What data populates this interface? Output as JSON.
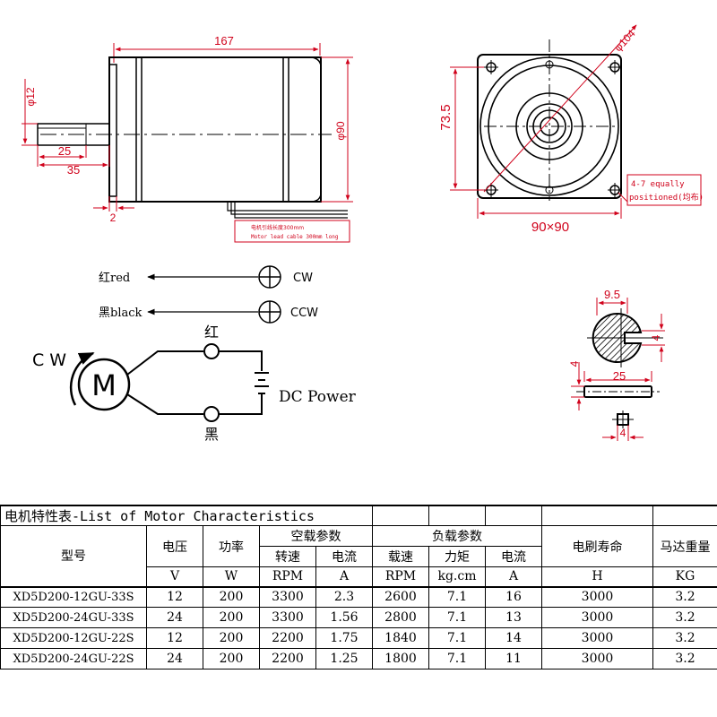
{
  "side_view": {
    "length": "167",
    "shaft_diameter": "φ12",
    "body_diameter": "φ90",
    "flat_length": "25",
    "shaft_length": "35",
    "shoulder": "2",
    "cable_note_cn": "电机引线长度300mm",
    "cable_note_en": "Motor lead cable 300mm long"
  },
  "front_view": {
    "bolt_circle": "φ104",
    "center_height": "73.5",
    "holes_note_line1": "4-7 equally",
    "holes_note_line2": "positioned(均布)",
    "flange": "90×90"
  },
  "shaft_detail": {
    "flat_width": "9.5",
    "key_height": "4",
    "key_thickness": "4",
    "key_length": "25",
    "key_width": "4"
  },
  "wiring": {
    "red_label": "红red",
    "black_label": "黑black",
    "cw_label": "CW",
    "ccw_label": "CCW",
    "rotation_label": "C W",
    "motor_symbol": "M",
    "red_terminal": "红",
    "black_terminal": "黑",
    "power_label": "DC Power"
  },
  "table": {
    "title": "电机特性表-List of Motor Characteristics",
    "headers": {
      "model": "型号",
      "voltage": "电压",
      "power": "功率",
      "no_load": "空载参数",
      "load": "负载参数",
      "brush_life": "电刷寿命",
      "weight": "马达重量",
      "speed": "转速",
      "current": "电流",
      "load_speed": "载速",
      "torque": "力矩",
      "load_current": "电流"
    },
    "units": [
      "V",
      "W",
      "RPM",
      "A",
      "RPM",
      "kg.cm",
      "A",
      "H",
      "KG"
    ],
    "rows": [
      [
        "XD5D200-12GU-33S",
        "12",
        "200",
        "3300",
        "2.3",
        "2600",
        "7.1",
        "16",
        "3000",
        "3.2"
      ],
      [
        "XD5D200-24GU-33S",
        "24",
        "200",
        "3300",
        "1.56",
        "2800",
        "7.1",
        "13",
        "3000",
        "3.2"
      ],
      [
        "XD5D200-12GU-22S",
        "12",
        "200",
        "2200",
        "1.75",
        "1840",
        "7.1",
        "14",
        "3000",
        "3.2"
      ],
      [
        "XD5D200-24GU-22S",
        "24",
        "200",
        "2200",
        "1.25",
        "1800",
        "7.1",
        "11",
        "3000",
        "3.2"
      ]
    ]
  },
  "colors": {
    "dimension": "#d0021b",
    "line": "#000000"
  }
}
